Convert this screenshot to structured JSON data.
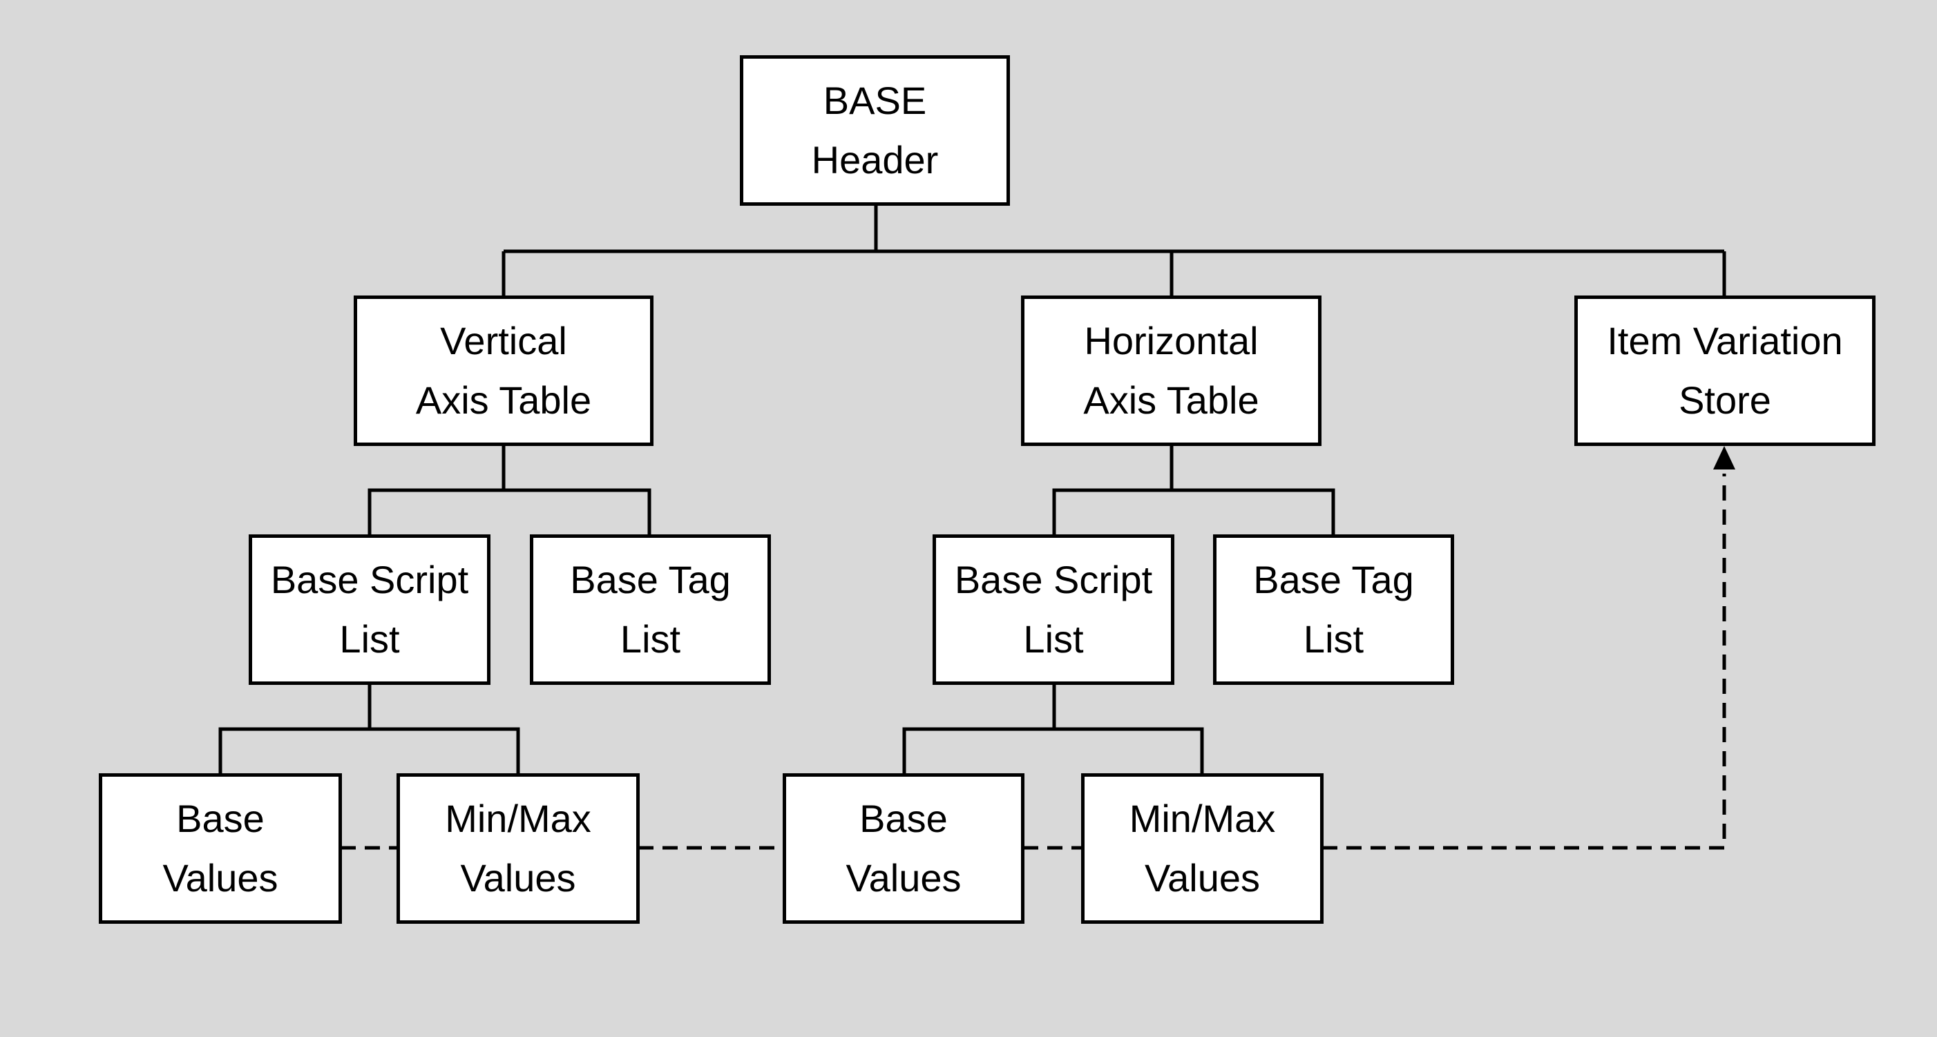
{
  "colors": {
    "background": "#d9d9d9",
    "box_fill": "#ffffff",
    "stroke": "#000000"
  },
  "nodes": {
    "base_header": {
      "line1": "BASE",
      "line2": "Header"
    },
    "vertical_axis": {
      "line1": "Vertical",
      "line2": "Axis Table"
    },
    "horizontal_axis": {
      "line1": "Horizontal",
      "line2": "Axis Table"
    },
    "item_variation_store": {
      "line1": "Item Variation",
      "line2": "Store"
    },
    "v_base_script_list": {
      "line1": "Base Script",
      "line2": "List"
    },
    "v_base_tag_list": {
      "line1": "Base Tag",
      "line2": "List"
    },
    "h_base_script_list": {
      "line1": "Base Script",
      "line2": "List"
    },
    "h_base_tag_list": {
      "line1": "Base Tag",
      "line2": "List"
    },
    "v_base_values": {
      "line1": "Base",
      "line2": "Values"
    },
    "v_minmax_values": {
      "line1": "Min/Max",
      "line2": "Values"
    },
    "h_base_values": {
      "line1": "Base",
      "line2": "Values"
    },
    "h_minmax_values": {
      "line1": "Min/Max",
      "line2": "Values"
    }
  }
}
